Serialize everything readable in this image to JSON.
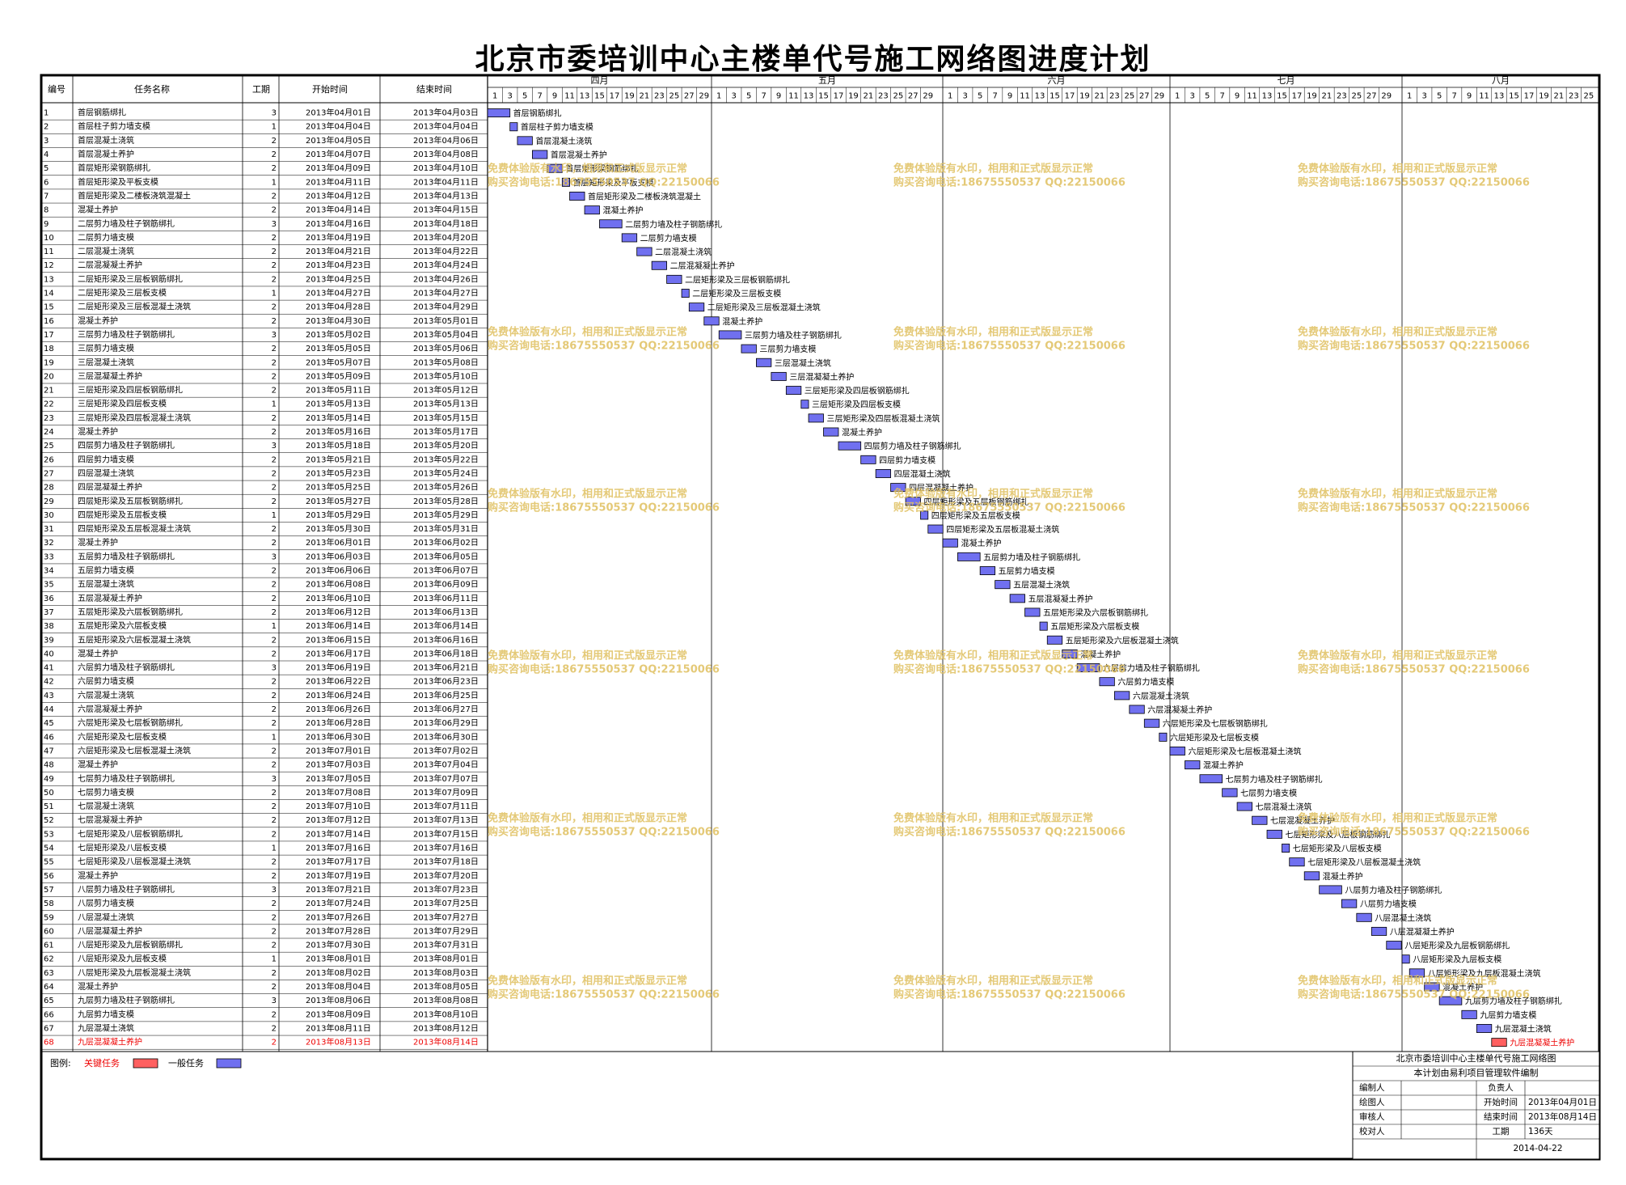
{
  "title": "北京市委培训中心主楼单代号施工网络图进度计划",
  "chart_data": {
    "type": "table",
    "columns": [
      "编号",
      "任务名称",
      "工期",
      "开始时间",
      "结束时间"
    ],
    "months": [
      {
        "label": "四月",
        "days": [
          "1",
          "3",
          "5",
          "7",
          "9",
          "11",
          "13",
          "15",
          "17",
          "19",
          "21",
          "23",
          "25",
          "27",
          "29"
        ]
      },
      {
        "label": "五月",
        "days": [
          "1",
          "3",
          "5",
          "7",
          "9",
          "11",
          "13",
          "15",
          "17",
          "19",
          "21",
          "23",
          "25",
          "27",
          "29"
        ]
      },
      {
        "label": "六月",
        "days": [
          "1",
          "3",
          "5",
          "7",
          "9",
          "11",
          "13",
          "15",
          "17",
          "19",
          "21",
          "23",
          "25",
          "27",
          "29"
        ]
      },
      {
        "label": "七月",
        "days": [
          "1",
          "3",
          "5",
          "7",
          "9",
          "11",
          "13",
          "15",
          "17",
          "19",
          "21",
          "23",
          "25",
          "27",
          "29"
        ]
      },
      {
        "label": "八月",
        "days": [
          "1",
          "3",
          "5",
          "7",
          "9",
          "11",
          "13",
          "15",
          "17",
          "19",
          "21",
          "23",
          "25"
        ]
      }
    ],
    "tasks": [
      {
        "id": "1",
        "name": "首层钢筋绑扎",
        "duration": "3",
        "start": "2013年04月01日",
        "end": "2013年04月03日",
        "critical": false
      },
      {
        "id": "2",
        "name": "首层柱子剪力墙支模",
        "duration": "1",
        "start": "2013年04月04日",
        "end": "2013年04月04日",
        "critical": false
      },
      {
        "id": "3",
        "name": "首层混凝土浇筑",
        "duration": "2",
        "start": "2013年04月05日",
        "end": "2013年04月06日",
        "critical": false
      },
      {
        "id": "4",
        "name": "首层混凝土养护",
        "duration": "2",
        "start": "2013年04月07日",
        "end": "2013年04月08日",
        "critical": false
      },
      {
        "id": "5",
        "name": "首层矩形梁钢筋绑扎",
        "duration": "2",
        "start": "2013年04月09日",
        "end": "2013年04月10日",
        "critical": false
      },
      {
        "id": "6",
        "name": "首层矩形梁及平板支模",
        "duration": "1",
        "start": "2013年04月11日",
        "end": "2013年04月11日",
        "critical": false
      },
      {
        "id": "7",
        "name": "首层矩形梁及二楼板浇筑混凝土",
        "duration": "2",
        "start": "2013年04月12日",
        "end": "2013年04月13日",
        "critical": false
      },
      {
        "id": "8",
        "name": "混凝土养护",
        "duration": "2",
        "start": "2013年04月14日",
        "end": "2013年04月15日",
        "critical": false
      },
      {
        "id": "9",
        "name": "二层剪力墙及柱子钢筋绑扎",
        "duration": "3",
        "start": "2013年04月16日",
        "end": "2013年04月18日",
        "critical": false
      },
      {
        "id": "10",
        "name": "二层剪力墙支模",
        "duration": "2",
        "start": "2013年04月19日",
        "end": "2013年04月20日",
        "critical": false
      },
      {
        "id": "11",
        "name": "二层混凝土浇筑",
        "duration": "2",
        "start": "2013年04月21日",
        "end": "2013年04月22日",
        "critical": false
      },
      {
        "id": "12",
        "name": "二层混凝凝土养护",
        "duration": "2",
        "start": "2013年04月23日",
        "end": "2013年04月24日",
        "critical": false
      },
      {
        "id": "13",
        "name": "二层矩形梁及三层板钢筋绑扎",
        "duration": "2",
        "start": "2013年04月25日",
        "end": "2013年04月26日",
        "critical": false
      },
      {
        "id": "14",
        "name": "二层矩形梁及三层板支模",
        "duration": "1",
        "start": "2013年04月27日",
        "end": "2013年04月27日",
        "critical": false
      },
      {
        "id": "15",
        "name": "二层矩形梁及三层板混凝土浇筑",
        "duration": "2",
        "start": "2013年04月28日",
        "end": "2013年04月29日",
        "critical": false
      },
      {
        "id": "16",
        "name": "混凝土养护",
        "duration": "2",
        "start": "2013年04月30日",
        "end": "2013年05月01日",
        "critical": false
      },
      {
        "id": "17",
        "name": "三层剪力墙及柱子钢筋绑扎",
        "duration": "3",
        "start": "2013年05月02日",
        "end": "2013年05月04日",
        "critical": false
      },
      {
        "id": "18",
        "name": "三层剪力墙支模",
        "duration": "2",
        "start": "2013年05月05日",
        "end": "2013年05月06日",
        "critical": false
      },
      {
        "id": "19",
        "name": "三层混凝土浇筑",
        "duration": "2",
        "start": "2013年05月07日",
        "end": "2013年05月08日",
        "critical": false
      },
      {
        "id": "20",
        "name": "三层混凝凝土养护",
        "duration": "2",
        "start": "2013年05月09日",
        "end": "2013年05月10日",
        "critical": false
      },
      {
        "id": "21",
        "name": "三层矩形梁及四层板钢筋绑扎",
        "duration": "2",
        "start": "2013年05月11日",
        "end": "2013年05月12日",
        "critical": false
      },
      {
        "id": "22",
        "name": "三层矩形梁及四层板支模",
        "duration": "1",
        "start": "2013年05月13日",
        "end": "2013年05月13日",
        "critical": false
      },
      {
        "id": "23",
        "name": "三层矩形梁及四层板混凝土浇筑",
        "duration": "2",
        "start": "2013年05月14日",
        "end": "2013年05月15日",
        "critical": false
      },
      {
        "id": "24",
        "name": "混凝土养护",
        "duration": "2",
        "start": "2013年05月16日",
        "end": "2013年05月17日",
        "critical": false
      },
      {
        "id": "25",
        "name": "四层剪力墙及柱子钢筋绑扎",
        "duration": "3",
        "start": "2013年05月18日",
        "end": "2013年05月20日",
        "critical": false
      },
      {
        "id": "26",
        "name": "四层剪力墙支模",
        "duration": "2",
        "start": "2013年05月21日",
        "end": "2013年05月22日",
        "critical": false
      },
      {
        "id": "27",
        "name": "四层混凝土浇筑",
        "duration": "2",
        "start": "2013年05月23日",
        "end": "2013年05月24日",
        "critical": false
      },
      {
        "id": "28",
        "name": "四层混凝凝土养护",
        "duration": "2",
        "start": "2013年05月25日",
        "end": "2013年05月26日",
        "critical": false
      },
      {
        "id": "29",
        "name": "四层矩形梁及五层板钢筋绑扎",
        "duration": "2",
        "start": "2013年05月27日",
        "end": "2013年05月28日",
        "critical": false
      },
      {
        "id": "30",
        "name": "四层矩形梁及五层板支模",
        "duration": "1",
        "start": "2013年05月29日",
        "end": "2013年05月29日",
        "critical": false
      },
      {
        "id": "31",
        "name": "四层矩形梁及五层板混凝土浇筑",
        "duration": "2",
        "start": "2013年05月30日",
        "end": "2013年05月31日",
        "critical": false
      },
      {
        "id": "32",
        "name": "混凝土养护",
        "duration": "2",
        "start": "2013年06月01日",
        "end": "2013年06月02日",
        "critical": false
      },
      {
        "id": "33",
        "name": "五层剪力墙及柱子钢筋绑扎",
        "duration": "3",
        "start": "2013年06月03日",
        "end": "2013年06月05日",
        "critical": false
      },
      {
        "id": "34",
        "name": "五层剪力墙支模",
        "duration": "2",
        "start": "2013年06月06日",
        "end": "2013年06月07日",
        "critical": false
      },
      {
        "id": "35",
        "name": "五层混凝土浇筑",
        "duration": "2",
        "start": "2013年06月08日",
        "end": "2013年06月09日",
        "critical": false
      },
      {
        "id": "36",
        "name": "五层混凝凝土养护",
        "duration": "2",
        "start": "2013年06月10日",
        "end": "2013年06月11日",
        "critical": false
      },
      {
        "id": "37",
        "name": "五层矩形梁及六层板钢筋绑扎",
        "duration": "2",
        "start": "2013年06月12日",
        "end": "2013年06月13日",
        "critical": false
      },
      {
        "id": "38",
        "name": "五层矩形梁及六层板支模",
        "duration": "1",
        "start": "2013年06月14日",
        "end": "2013年06月14日",
        "critical": false
      },
      {
        "id": "39",
        "name": "五层矩形梁及六层板混凝土浇筑",
        "duration": "2",
        "start": "2013年06月15日",
        "end": "2013年06月16日",
        "critical": false
      },
      {
        "id": "40",
        "name": "混凝土养护",
        "duration": "2",
        "start": "2013年06月17日",
        "end": "2013年06月18日",
        "critical": false
      },
      {
        "id": "41",
        "name": "六层剪力墙及柱子钢筋绑扎",
        "duration": "3",
        "start": "2013年06月19日",
        "end": "2013年06月21日",
        "critical": false
      },
      {
        "id": "42",
        "name": "六层剪力墙支模",
        "duration": "2",
        "start": "2013年06月22日",
        "end": "2013年06月23日",
        "critical": false
      },
      {
        "id": "43",
        "name": "六层混凝土浇筑",
        "duration": "2",
        "start": "2013年06月24日",
        "end": "2013年06月25日",
        "critical": false
      },
      {
        "id": "44",
        "name": "六层混凝凝土养护",
        "duration": "2",
        "start": "2013年06月26日",
        "end": "2013年06月27日",
        "critical": false
      },
      {
        "id": "45",
        "name": "六层矩形梁及七层板钢筋绑扎",
        "duration": "2",
        "start": "2013年06月28日",
        "end": "2013年06月29日",
        "critical": false
      },
      {
        "id": "46",
        "name": "六层矩形梁及七层板支模",
        "duration": "1",
        "start": "2013年06月30日",
        "end": "2013年06月30日",
        "critical": false
      },
      {
        "id": "47",
        "name": "六层矩形梁及七层板混凝土浇筑",
        "duration": "2",
        "start": "2013年07月01日",
        "end": "2013年07月02日",
        "critical": false
      },
      {
        "id": "48",
        "name": "混凝土养护",
        "duration": "2",
        "start": "2013年07月03日",
        "end": "2013年07月04日",
        "critical": false
      },
      {
        "id": "49",
        "name": "七层剪力墙及柱子钢筋绑扎",
        "duration": "3",
        "start": "2013年07月05日",
        "end": "2013年07月07日",
        "critical": false
      },
      {
        "id": "50",
        "name": "七层剪力墙支模",
        "duration": "2",
        "start": "2013年07月08日",
        "end": "2013年07月09日",
        "critical": false
      },
      {
        "id": "51",
        "name": "七层混凝土浇筑",
        "duration": "2",
        "start": "2013年07月10日",
        "end": "2013年07月11日",
        "critical": false
      },
      {
        "id": "52",
        "name": "七层混凝凝土养护",
        "duration": "2",
        "start": "2013年07月12日",
        "end": "2013年07月13日",
        "critical": false
      },
      {
        "id": "53",
        "name": "七层矩形梁及八层板钢筋绑扎",
        "duration": "2",
        "start": "2013年07月14日",
        "end": "2013年07月15日",
        "critical": false
      },
      {
        "id": "54",
        "name": "七层矩形梁及八层板支模",
        "duration": "1",
        "start": "2013年07月16日",
        "end": "2013年07月16日",
        "critical": false
      },
      {
        "id": "55",
        "name": "七层矩形梁及八层板混凝土浇筑",
        "duration": "2",
        "start": "2013年07月17日",
        "end": "2013年07月18日",
        "critical": false
      },
      {
        "id": "56",
        "name": "混凝土养护",
        "duration": "2",
        "start": "2013年07月19日",
        "end": "2013年07月20日",
        "critical": false
      },
      {
        "id": "57",
        "name": "八层剪力墙及柱子钢筋绑扎",
        "duration": "3",
        "start": "2013年07月21日",
        "end": "2013年07月23日",
        "critical": false
      },
      {
        "id": "58",
        "name": "八层剪力墙支模",
        "duration": "2",
        "start": "2013年07月24日",
        "end": "2013年07月25日",
        "critical": false
      },
      {
        "id": "59",
        "name": "八层混凝土浇筑",
        "duration": "2",
        "start": "2013年07月26日",
        "end": "2013年07月27日",
        "critical": false
      },
      {
        "id": "60",
        "name": "八层混凝凝土养护",
        "duration": "2",
        "start": "2013年07月28日",
        "end": "2013年07月29日",
        "critical": false
      },
      {
        "id": "61",
        "name": "八层矩形梁及九层板钢筋绑扎",
        "duration": "2",
        "start": "2013年07月30日",
        "end": "2013年07月31日",
        "critical": false
      },
      {
        "id": "62",
        "name": "八层矩形梁及九层板支模",
        "duration": "1",
        "start": "2013年08月01日",
        "end": "2013年08月01日",
        "critical": false
      },
      {
        "id": "63",
        "name": "八层矩形梁及九层板混凝土浇筑",
        "duration": "2",
        "start": "2013年08月02日",
        "end": "2013年08月03日",
        "critical": false
      },
      {
        "id": "64",
        "name": "混凝土养护",
        "duration": "2",
        "start": "2013年08月04日",
        "end": "2013年08月05日",
        "critical": false
      },
      {
        "id": "65",
        "name": "九层剪力墙及柱子钢筋绑扎",
        "duration": "3",
        "start": "2013年08月06日",
        "end": "2013年08月08日",
        "critical": false
      },
      {
        "id": "66",
        "name": "九层剪力墙支模",
        "duration": "2",
        "start": "2013年08月09日",
        "end": "2013年08月10日",
        "critical": false
      },
      {
        "id": "67",
        "name": "九层混凝土浇筑",
        "duration": "2",
        "start": "2013年08月11日",
        "end": "2013年08月12日",
        "critical": false
      },
      {
        "id": "68",
        "name": "九层混凝凝土养护",
        "duration": "2",
        "start": "2013年08月13日",
        "end": "2013年08月14日",
        "critical": true
      }
    ]
  },
  "legend": {
    "label": "图例:",
    "critical_label": "关键任务",
    "normal_label": "一般任务"
  },
  "colors": {
    "normal_bar": "#7070f0",
    "critical_bar": "#ff6060",
    "critical_text": "#ee0000",
    "watermark": "#e0c060"
  },
  "watermark": {
    "line1": "免费体验版有水印，相用和正式版显示正常",
    "line2": "购买咨询电话:18675550537 QQ:22150066"
  },
  "info_box": {
    "title": "北京市委培训中心主楼单代号施工网络图",
    "subtitle": "本计划由易利项目管理软件编制",
    "editor_label": "编制人",
    "owner_label": "负责人",
    "drawer_label": "绘图人",
    "start_label": "开始时间",
    "start_value": "2013年04月01日",
    "reviewer_label": "审核人",
    "end_label": "结束时间",
    "end_value": "2013年08月14日",
    "checker_label": "校对人",
    "duration_label": "工期",
    "duration_value": "136天",
    "date": "2014-04-22"
  }
}
